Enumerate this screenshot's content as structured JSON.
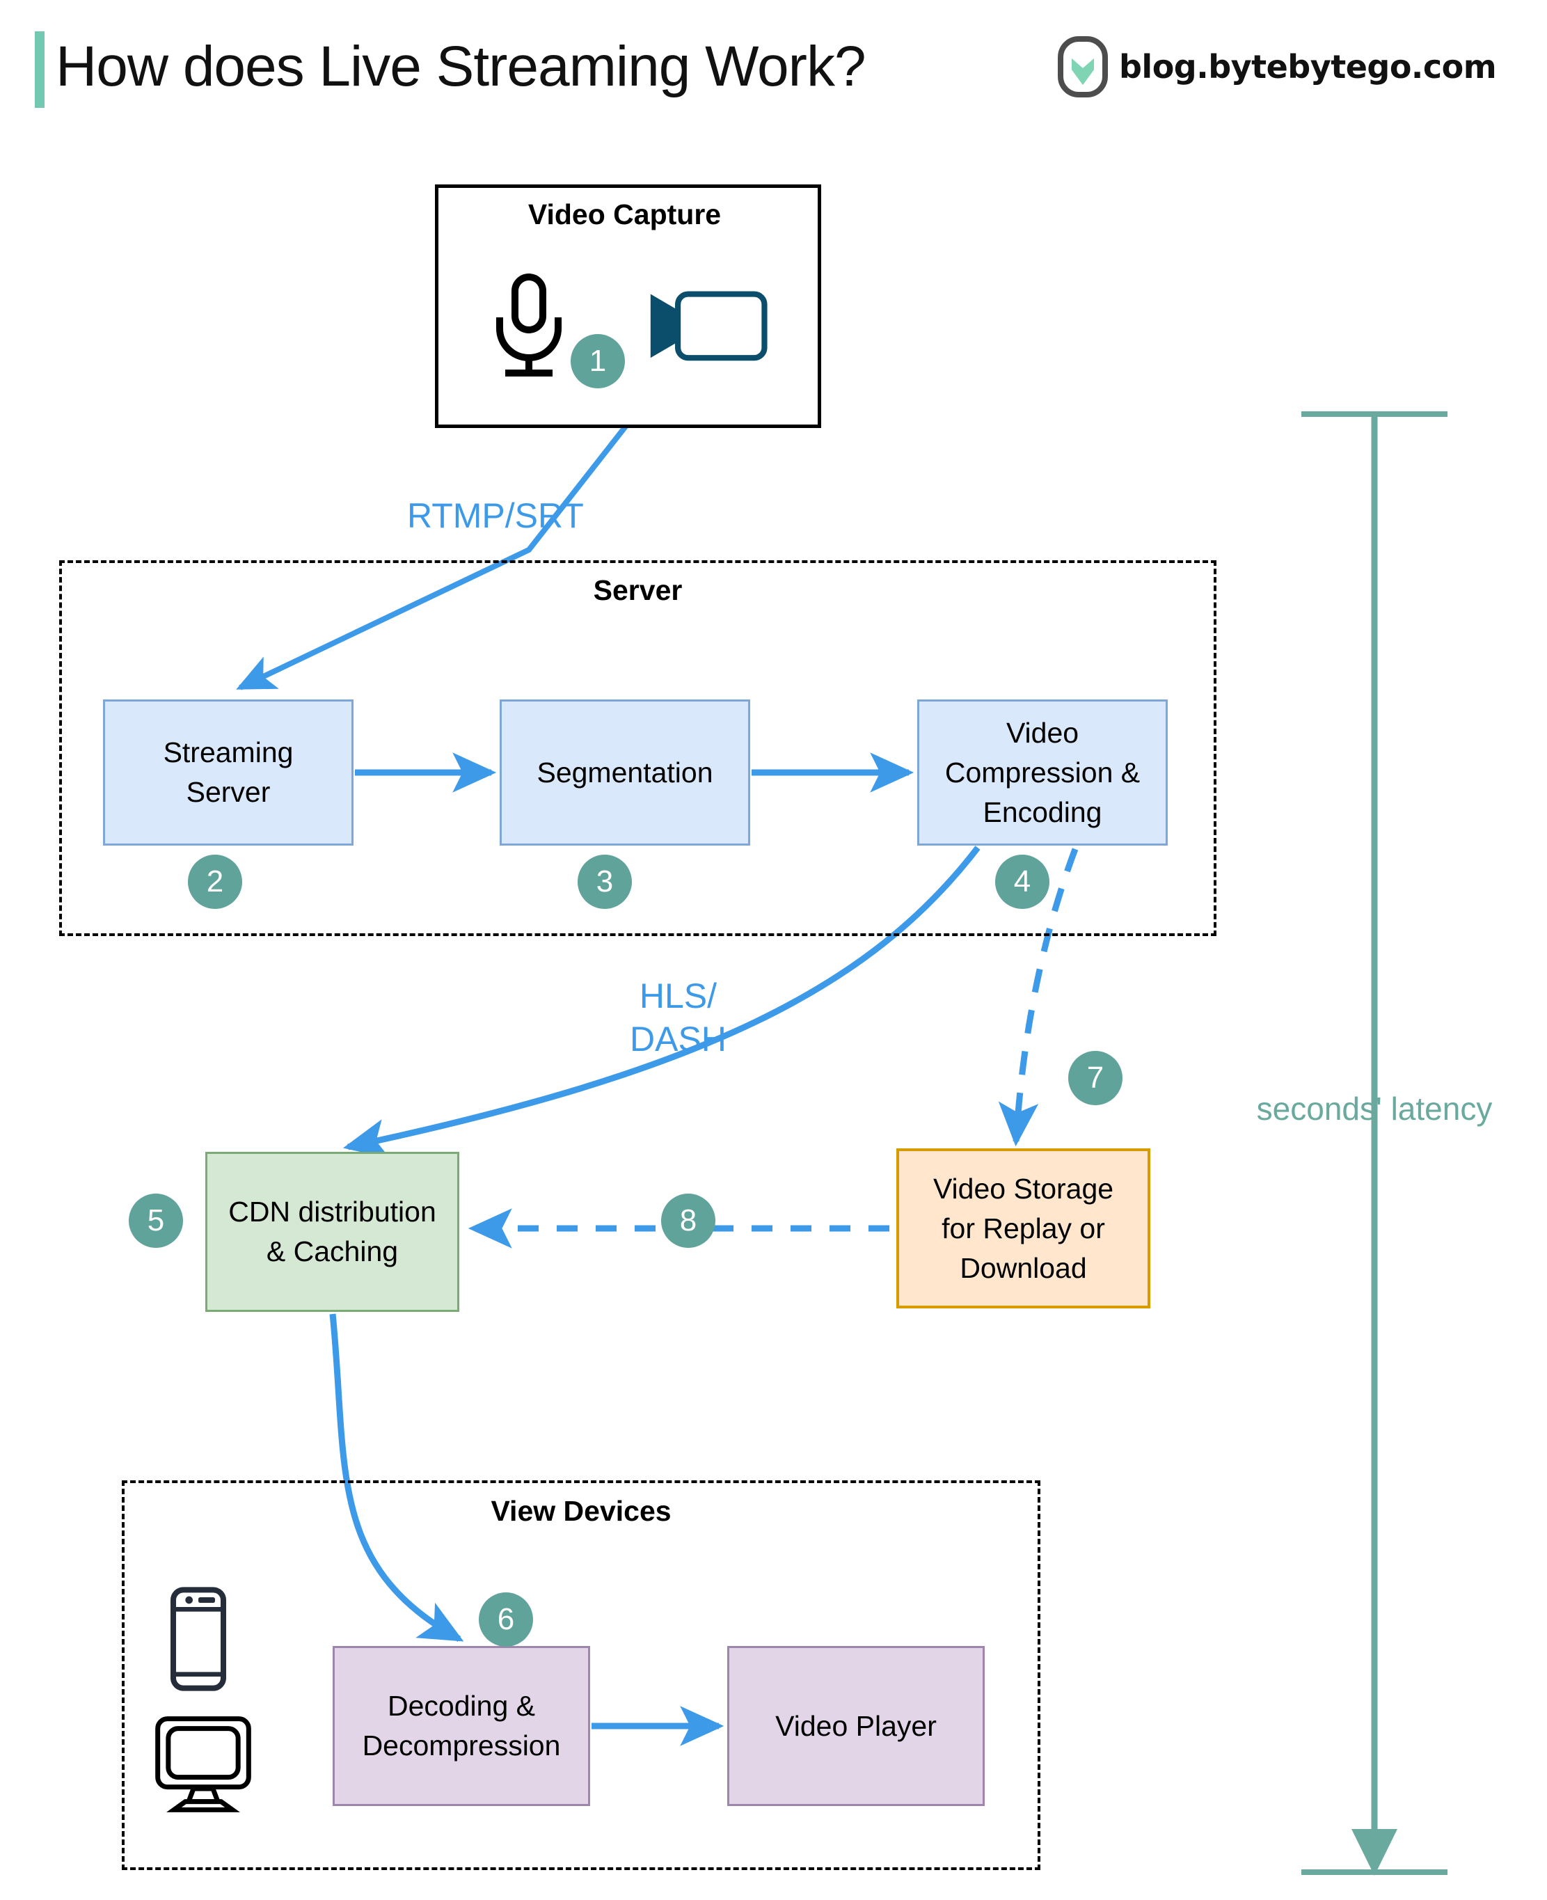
{
  "header": {
    "title": "How does Live Streaming Work?",
    "brand": "blog.bytebytego.com",
    "accent_color": "#72c8b0",
    "logo_icon": "bytebytego-logo-icon"
  },
  "capture": {
    "title": "Video Capture",
    "icons": [
      "microphone-icon",
      "video-camera-icon"
    ],
    "badge": "1"
  },
  "server": {
    "title": "Server",
    "boxes": [
      {
        "label": "Streaming\nServer",
        "badge": "2",
        "fill": "#dae8fc",
        "stroke": "#7ea6d6"
      },
      {
        "label": "Segmentation",
        "badge": "3",
        "fill": "#dae8fc",
        "stroke": "#7ea6d6"
      },
      {
        "label": "Video\nCompression &\nEncoding",
        "badge": "4",
        "fill": "#dae8fc",
        "stroke": "#7ea6d6"
      }
    ]
  },
  "cdn": {
    "label": "CDN distribution\n& Caching",
    "badge": "5",
    "fill": "#d5e8d4",
    "stroke": "#7aab74"
  },
  "storage": {
    "label": "Video Storage\nfor Replay or\nDownload",
    "badge": "7",
    "fill": "#ffe6cc",
    "stroke": "#d79b00"
  },
  "storage_to_cdn_badge": "8",
  "view_devices": {
    "title": "View Devices",
    "icons": [
      "mobile-phone-icon",
      "desktop-monitor-icon"
    ],
    "boxes": [
      {
        "label": "Decoding &\nDecompression",
        "badge": "6",
        "fill": "#e1d5e7",
        "stroke": "#9f86ad"
      },
      {
        "label": "Video Player",
        "badge": "",
        "fill": "#e1d5e7",
        "stroke": "#9f86ad"
      }
    ]
  },
  "protocols": {
    "ingest": "RTMP/SRT",
    "delivery": "HLS/\nDASH",
    "color": "#3d9ae8"
  },
  "latency": {
    "label": "seconds' latency",
    "color": "#6aa99e"
  },
  "colors": {
    "arrow_blue": "#3d9ae8",
    "badge_teal": "#5fa39a",
    "camera_outline": "#0b4e6b",
    "phone_outline": "#252d3a"
  }
}
